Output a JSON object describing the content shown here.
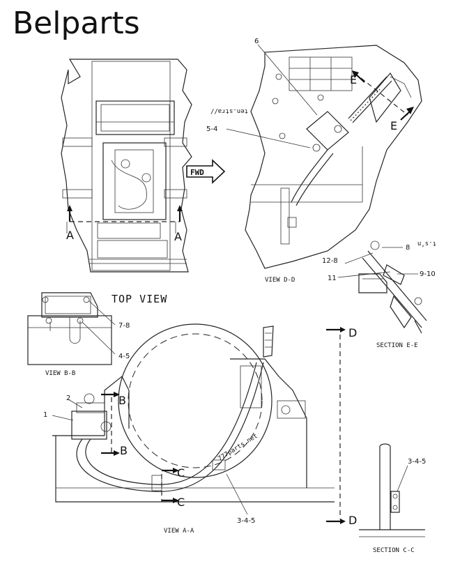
{
  "brand": "Belparts",
  "views": {
    "top": "TOP VIEW",
    "dd": "VIEW D-D",
    "ee": "SECTION E-E",
    "bb": "VIEW B-B",
    "aa": "VIEW A-A",
    "cc": "SECTION C-C"
  },
  "fwd": "FWD",
  "watermarks": {
    "w1": "ten.stra∕∕",
    "w2": "t.s’n",
    "w3": "777parts.net"
  },
  "callouts": {
    "c6": "6",
    "c54": "5-4",
    "c8": "8",
    "c128": "12-8",
    "c11": "11",
    "c910": "9-10",
    "c78": "7-8",
    "c45": "4-5",
    "c2": "2",
    "c1": "1",
    "c345a": "3-4-5",
    "c345b": "3-4-5"
  },
  "section_letters": {
    "a_left": "A",
    "a_right": "A",
    "e_top": "E",
    "e_bottom": "E",
    "b_top": "B",
    "b_bottom": "B",
    "c_top": "C",
    "c_bottom": "C",
    "d_top": "D",
    "d_bottom": "D"
  }
}
